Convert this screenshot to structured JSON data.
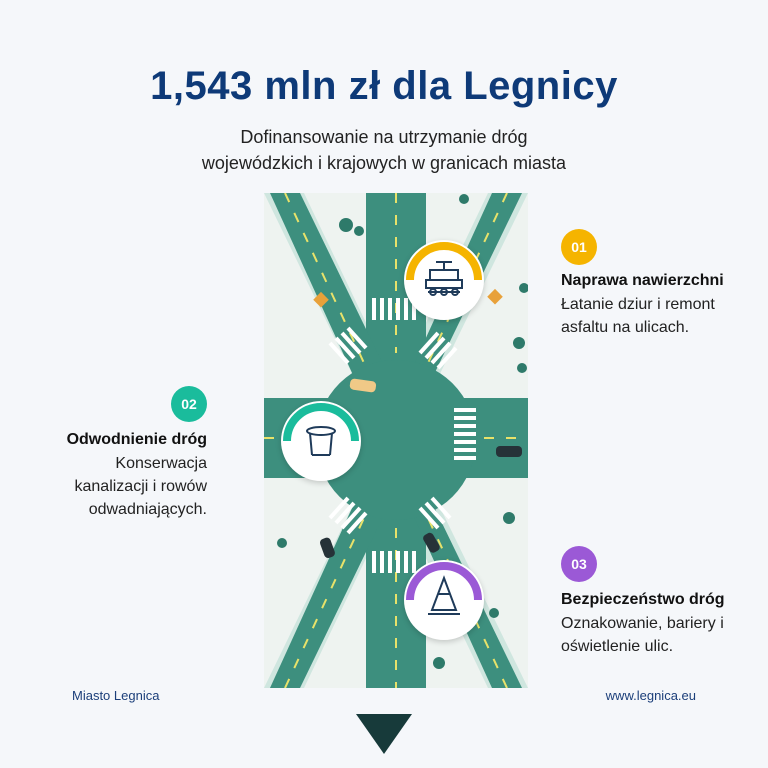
{
  "header": {
    "title": "1,543 mln zł dla Legnicy",
    "subtitle_line1": "Dofinansowanie na utrzymanie dróg",
    "subtitle_line2": "wojewódzkich i krajowych w granicach miasta"
  },
  "features": [
    {
      "number": "01",
      "title": "Naprawa nawierzchni",
      "desc_line1": "Łatanie dziur i remont",
      "desc_line2": "asfaltu na ulicach.",
      "color": "#f5b400",
      "icon": "paver-machine-icon"
    },
    {
      "number": "02",
      "title": "Odwodnienie dróg",
      "desc_line1": "Konserwacja",
      "desc_line2": "kanalizacji i rowów",
      "desc_line3": "odwadniających.",
      "color": "#1abc9c",
      "icon": "drain-well-icon"
    },
    {
      "number": "03",
      "title": "Bezpieczeństwo dróg",
      "desc_line1": "Oznakowanie, bariery i",
      "desc_line2": "oświetlenie ulic.",
      "color": "#9b59d6",
      "icon": "traffic-cone-icon"
    }
  ],
  "footer": {
    "left": "Miasto Legnica",
    "right": "www.legnica.eu"
  },
  "colors": {
    "title": "#0e3a78",
    "road": "#3d8f7e",
    "arrow": "#173a3a"
  }
}
